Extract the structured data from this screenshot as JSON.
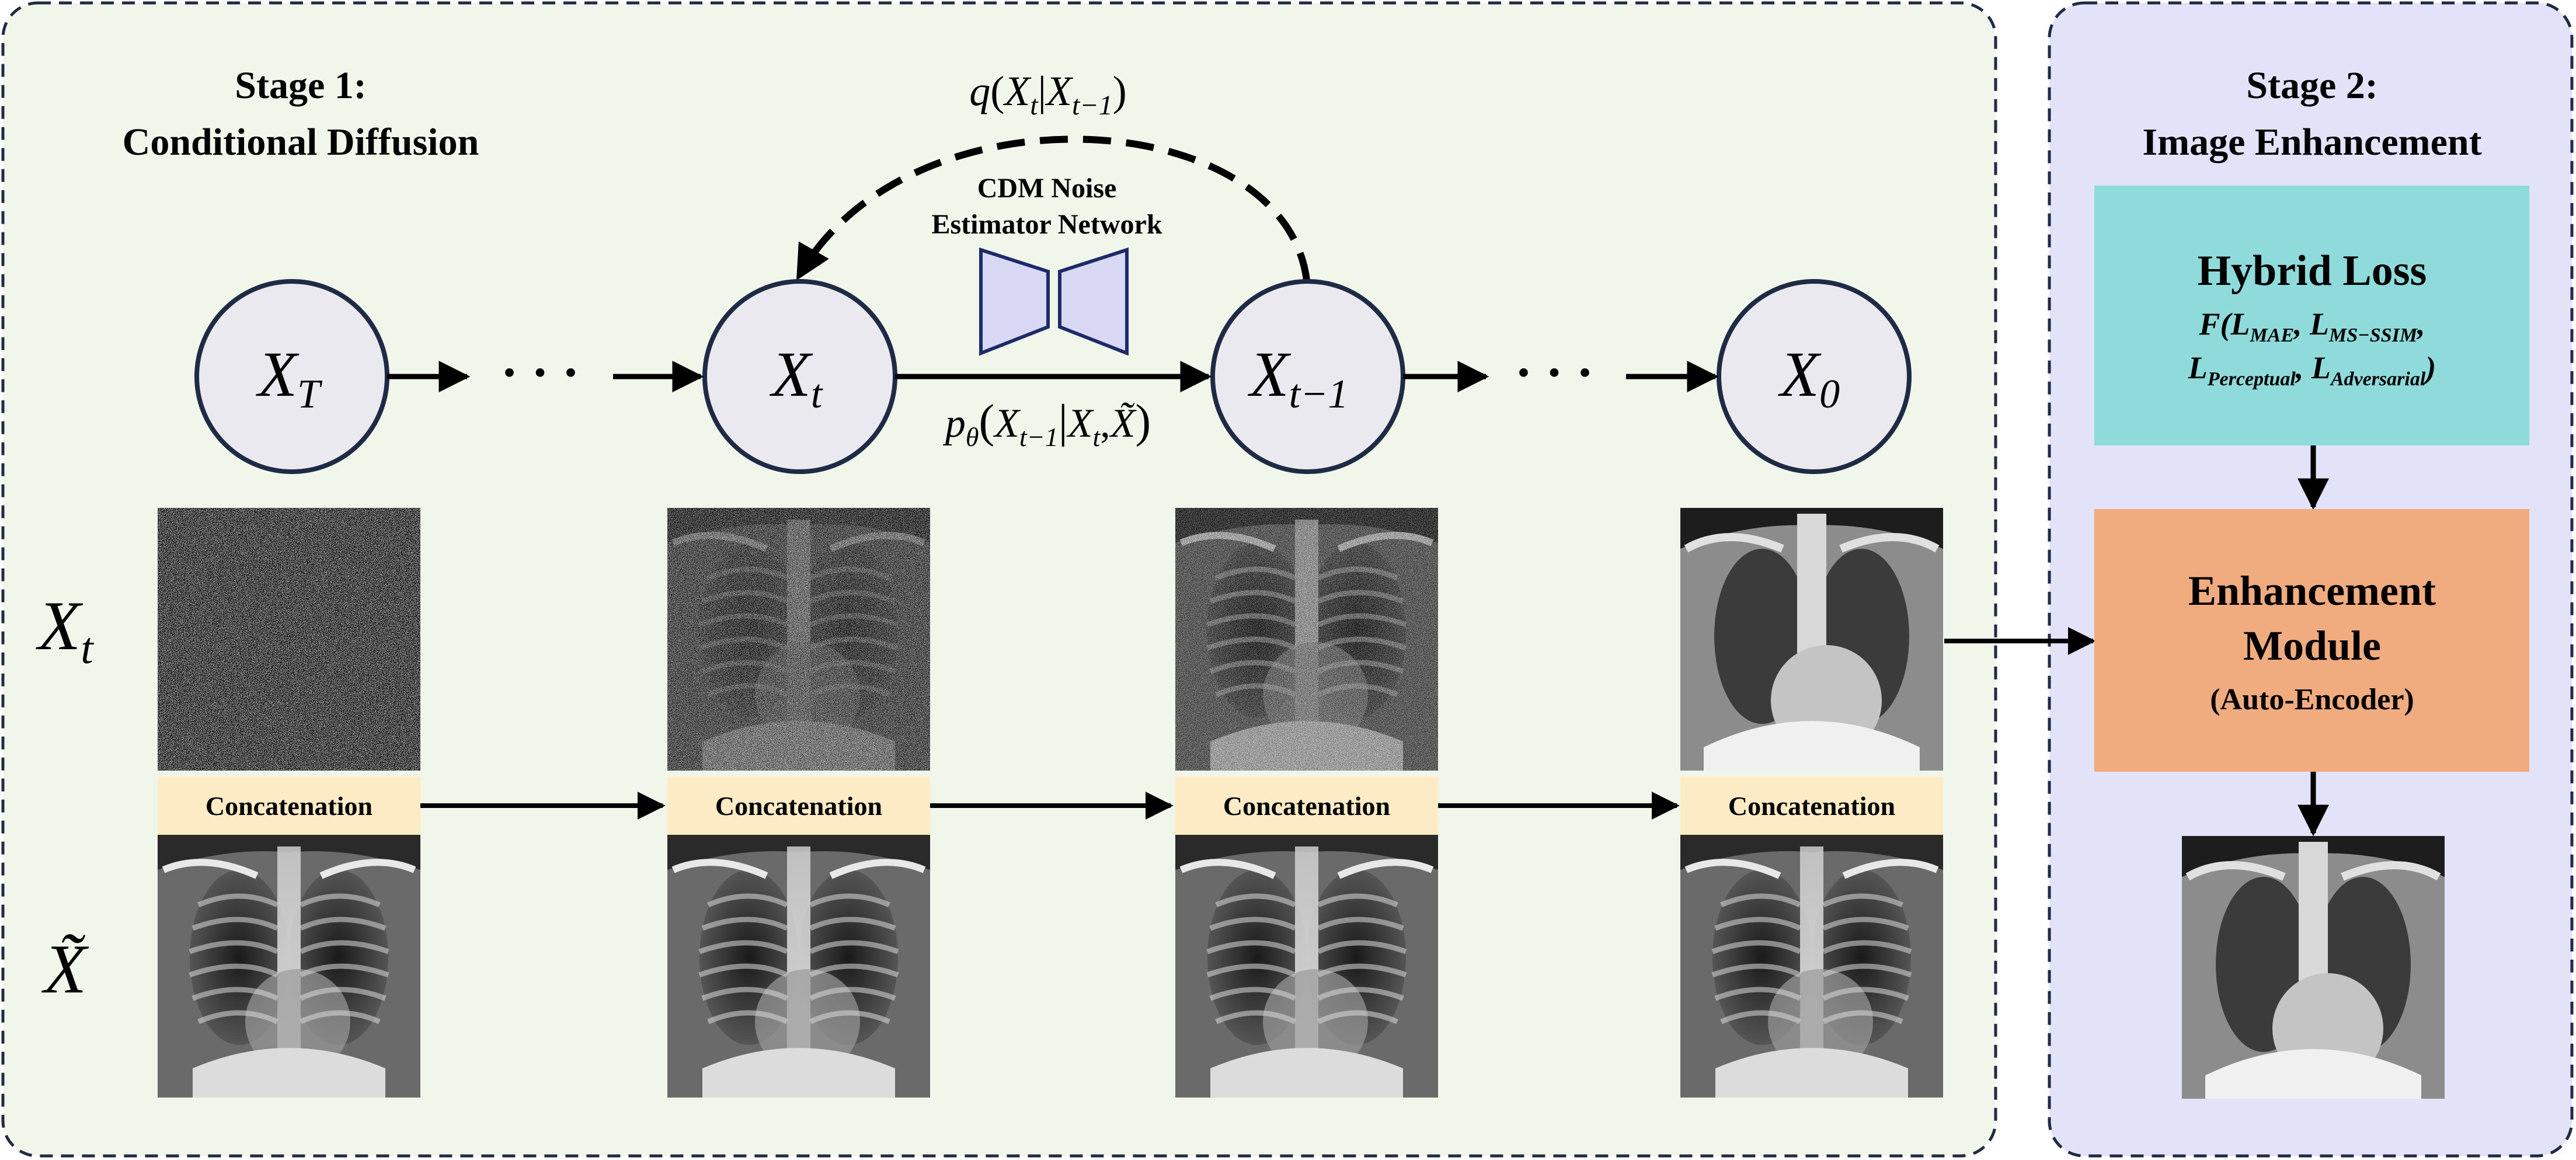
{
  "stage1": {
    "title_line1": "Stage 1:",
    "title_line2": "Conditional Diffusion",
    "forward_process": {
      "q": "q",
      "open": "(",
      "X": "X",
      "t": "t",
      "bar": "|",
      "tm1": "t−1",
      "close": ")"
    },
    "network_label_line1": "CDM Noise",
    "network_label_line2": "Estimator Network",
    "reverse_process": {
      "p": "p",
      "theta": "θ",
      "open": "(",
      "X1": "X",
      "tm1": "t−1",
      "bar": "|",
      "X2": "X",
      "t": "t",
      "comma": ",",
      "Xtilde": "X̃",
      "close": ")"
    },
    "nodes": [
      {
        "base": "X",
        "sub": "T"
      },
      {
        "base": "X",
        "sub": "t"
      },
      {
        "base": "X",
        "sub": "t−1"
      },
      {
        "base": "X",
        "sub": "0"
      }
    ],
    "ellipsis": "· · ·",
    "row_label_xt": {
      "base": "X",
      "sub": "t"
    },
    "row_label_xtilde": "X̃",
    "concat_label": "Concatenation",
    "noise_levels": [
      1.0,
      0.7,
      0.45,
      0.0
    ]
  },
  "stage2": {
    "title_line1": "Stage 2:",
    "title_line2": "Image Enhancement",
    "hybrid_loss": {
      "title": "Hybrid Loss",
      "line1": {
        "F": "F(",
        "L1": "L",
        "s1": "MAE",
        "c1": ", ",
        "L2": "L",
        "s2": "MS−SSIM",
        "c2": ","
      },
      "line2": {
        "L3": "L",
        "s3": "Perceptual",
        "c3": ", ",
        "L4": "L",
        "s4": "Adversarial",
        "close": ")"
      }
    },
    "enhancement_module": {
      "line1": "Enhancement",
      "line2": "Module",
      "line3": "(Auto-Encoder)"
    }
  },
  "colors": {
    "stage1_bg": "#f0f7ea",
    "stage2_bg": "#e2e2f8",
    "border": "#1f2a44",
    "node_fill": "#e9e9ef",
    "loss_box": "#8fdbdb",
    "enh_box": "#f0ab7e",
    "concat_box": "#fcebc5",
    "network": "#d8d8f4"
  }
}
